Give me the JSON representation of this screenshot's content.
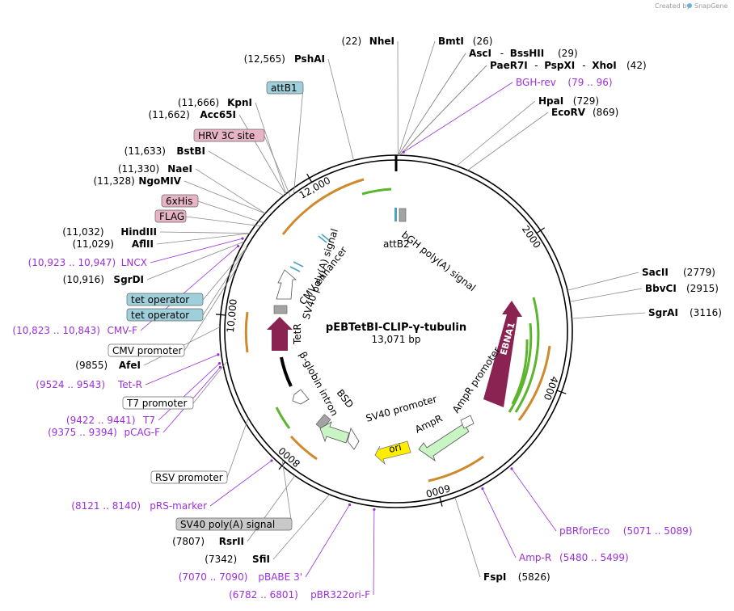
{
  "credit": {
    "text": "Created by",
    "brand": "SnapGene"
  },
  "plasmid": {
    "name": "pEBTetBI-CLIP-γ-tubulin",
    "length": "13,071 bp",
    "total": 13071
  },
  "colors": {
    "backbone": "#000000",
    "leader": "#8a8a8a",
    "purple": "#9b30d9",
    "maroon": "#8a2352",
    "green": "#5bb52d",
    "greenFill": "#c9f5c4",
    "orange": "#d08a2e",
    "yellow": "#ffee00",
    "grey": "#a3a3a3",
    "teal": "#4aa4bb",
    "tagPink": "#e6b4c4",
    "tagBlue": "#9ed0dc",
    "tagGrey": "#c9c9c9"
  },
  "ticks": [
    {
      "pos": 2000,
      "label": "2000"
    },
    {
      "pos": 4000,
      "label": "4000"
    },
    {
      "pos": 6000,
      "label": "6000"
    },
    {
      "pos": 8000,
      "label": "8000"
    },
    {
      "pos": 10000,
      "label": "10,000"
    },
    {
      "pos": 12000,
      "label": "12,000"
    }
  ],
  "sites": [
    {
      "name": "NheI",
      "pos_label": "(22)",
      "pos": 22,
      "side": "left"
    },
    {
      "name": "BmtI",
      "pos_label": "(26)",
      "pos": 26,
      "side": "right"
    },
    {
      "name": "AscI",
      "pos_label": "",
      "pos": 29,
      "side": "right",
      "sep": "-"
    },
    {
      "name": "BssHII",
      "pos_label": "(29)",
      "pos": 29,
      "side": "right"
    },
    {
      "name": "PaeR7I",
      "pos_label": "",
      "pos": 42,
      "side": "right",
      "sep": "-"
    },
    {
      "name": "PspXI",
      "pos_label": "",
      "pos": 42,
      "side": "right",
      "sep": "-"
    },
    {
      "name": "XhoI",
      "pos_label": "(42)",
      "pos": 42,
      "side": "right"
    },
    {
      "name": "HpaI",
      "pos_label": "(729)",
      "pos": 729,
      "side": "right"
    },
    {
      "name": "EcoRV",
      "pos_label": "(869)",
      "pos": 869,
      "side": "right"
    },
    {
      "name": "SacII",
      "pos_label": "(2779)",
      "pos": 2779,
      "side": "right"
    },
    {
      "name": "BbvCI",
      "pos_label": "(2915)",
      "pos": 2915,
      "side": "right"
    },
    {
      "name": "SgrAI",
      "pos_label": "(3116)",
      "pos": 3116,
      "side": "right"
    },
    {
      "name": "FspI",
      "pos_label": "(5826)",
      "pos": 5826,
      "side": "right"
    },
    {
      "name": "SfiI",
      "pos_label": "(7342)",
      "pos": 7342,
      "side": "left"
    },
    {
      "name": "RsrII",
      "pos_label": "(7807)",
      "pos": 7807,
      "side": "left"
    },
    {
      "name": "AfeI",
      "pos_label": "(9855)",
      "pos": 9855,
      "side": "left"
    },
    {
      "name": "SgrDI",
      "pos_label": "(10,916)",
      "pos": 10916,
      "side": "left"
    },
    {
      "name": "AflII",
      "pos_label": "(11,029)",
      "pos": 11029,
      "side": "left"
    },
    {
      "name": "HindIII",
      "pos_label": "(11,032)",
      "pos": 11032,
      "side": "left"
    },
    {
      "name": "NgoMIV",
      "pos_label": "(11,328)",
      "pos": 11328,
      "side": "left"
    },
    {
      "name": "NaeI",
      "pos_label": "(11,330)",
      "pos": 11330,
      "side": "left"
    },
    {
      "name": "BstBI",
      "pos_label": "(11,633)",
      "pos": 11633,
      "side": "left"
    },
    {
      "name": "Acc65I",
      "pos_label": "(11,662)",
      "pos": 11662,
      "side": "left"
    },
    {
      "name": "KpnI",
      "pos_label": "(11,666)",
      "pos": 11666,
      "side": "left"
    },
    {
      "name": "PshAI",
      "pos_label": "(12,565)",
      "pos": 12565,
      "side": "left"
    }
  ],
  "primers": [
    {
      "name": "BGH-rev",
      "range": "(79 .. 96)",
      "pos": 87
    },
    {
      "name": "pBRforEco",
      "range": "(5071 .. 5089)",
      "pos": 5080
    },
    {
      "name": "Amp-R",
      "range": "(5480 .. 5499)",
      "pos": 5490
    },
    {
      "name": "pBR322ori-F",
      "range": "(6782 .. 6801)",
      "pos": 6790
    },
    {
      "name": "pBABE 3'",
      "range": "(7070 .. 7090)",
      "pos": 7080
    },
    {
      "name": "pRS-marker",
      "range": "(8121 .. 8140)",
      "pos": 8130
    },
    {
      "name": "pCAG-F",
      "range": "(9375 .. 9394)",
      "pos": 9385
    },
    {
      "name": "T7",
      "range": "(9422 .. 9441)",
      "pos": 9430
    },
    {
      "name": "Tet-R",
      "range": "(9524 .. 9543)",
      "pos": 9533
    },
    {
      "name": "CMV-F",
      "range": "(10,823 .. 10,843)",
      "pos": 10833
    },
    {
      "name": "LNCX",
      "range": "(10,923 .. 10,947)",
      "pos": 10935
    }
  ],
  "boxed_features": [
    {
      "name": "attB1",
      "style": "blue",
      "pos": 11740
    },
    {
      "name": "HRV 3C site",
      "style": "pink",
      "pos": 11690
    },
    {
      "name": "6xHis",
      "style": "pink",
      "pos": 11230
    },
    {
      "name": "FLAG",
      "style": "pink",
      "pos": 11180
    },
    {
      "name": "tet operator",
      "style": "blue",
      "pos": 10870
    },
    {
      "name": "tet operator",
      "style": "blue",
      "pos": 10840
    },
    {
      "name": "CMV promoter",
      "style": "white",
      "pos": 10600
    },
    {
      "name": "T7 promoter",
      "style": "white",
      "pos": 9440
    },
    {
      "name": "RSV promoter",
      "style": "white",
      "pos": 8700
    },
    {
      "name": "SV40 poly(A) signal",
      "style": "grey",
      "pos": 8050
    }
  ],
  "inner_labels": [
    {
      "text": "bGH poly(A) signal"
    },
    {
      "text": "attB2"
    },
    {
      "text": "CMV enhancer"
    },
    {
      "text": "SV40 poly(A) signal"
    },
    {
      "text": "TetR"
    },
    {
      "text": "β-globin intron"
    },
    {
      "text": "BSD"
    },
    {
      "text": "SV40 promoter"
    },
    {
      "text": "AmpR"
    },
    {
      "text": "AmpR promoter"
    },
    {
      "text": "ori"
    },
    {
      "text": "EBNA1"
    }
  ]
}
